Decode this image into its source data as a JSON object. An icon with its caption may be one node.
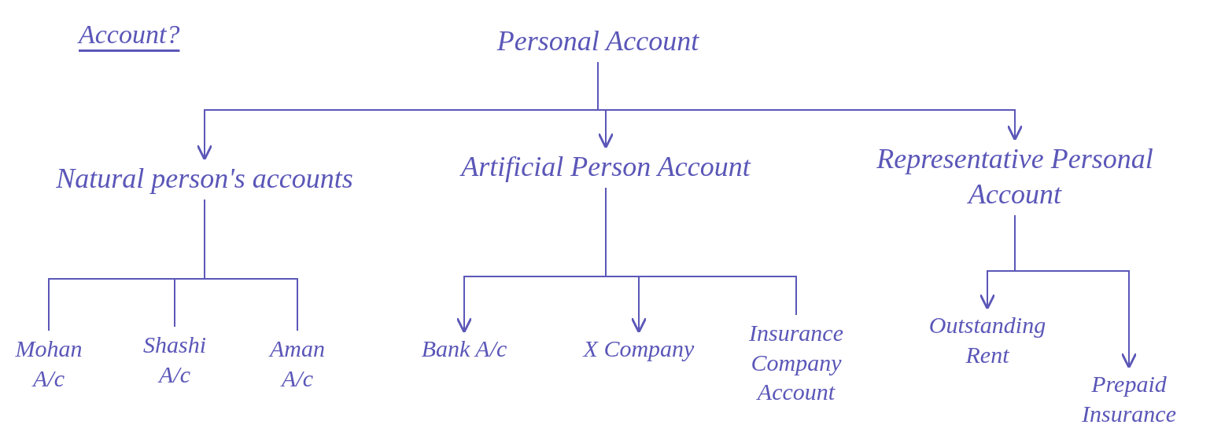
{
  "diagram": {
    "title": "Account?",
    "nodes": [
      {
        "text": [
          "Personal Account"
        ]
      },
      {
        "text": [
          "Natural person's accounts"
        ]
      },
      {
        "text": [
          "Artificial Person Account"
        ]
      },
      {
        "text": [
          "Representative Personal Account"
        ]
      },
      {
        "text": [
          "Mohan A/c"
        ]
      },
      {
        "text": [
          "Shashi A/c"
        ]
      },
      {
        "text": [
          "Aman A/c"
        ]
      },
      {
        "text": [
          "Bank A/c"
        ]
      },
      {
        "text": [
          "X Company"
        ]
      },
      {
        "text": [
          "Insurance Company Account"
        ]
      },
      {
        "text": [
          "Outstanding Rent"
        ]
      },
      {
        "text": [
          "Prepaid Insurance"
        ]
      }
    ],
    "edges": [
      {
        "from": 0,
        "to": 1,
        "arrow": "to"
      },
      {
        "from": 0,
        "to": 2,
        "arrow": "to"
      },
      {
        "from": 0,
        "to": 3,
        "arrow": "to"
      },
      {
        "from": 1,
        "to": 4,
        "arrow": "none"
      },
      {
        "from": 1,
        "to": 5,
        "arrow": "none"
      },
      {
        "from": 1,
        "to": 6,
        "arrow": "none"
      },
      {
        "from": 2,
        "to": 7,
        "arrow": "to"
      },
      {
        "from": 2,
        "to": 8,
        "arrow": "to"
      },
      {
        "from": 2,
        "to": 9,
        "arrow": "none"
      },
      {
        "from": 3,
        "to": 10,
        "arrow": "to"
      },
      {
        "from": 3,
        "to": 11,
        "arrow": "to"
      }
    ]
  }
}
